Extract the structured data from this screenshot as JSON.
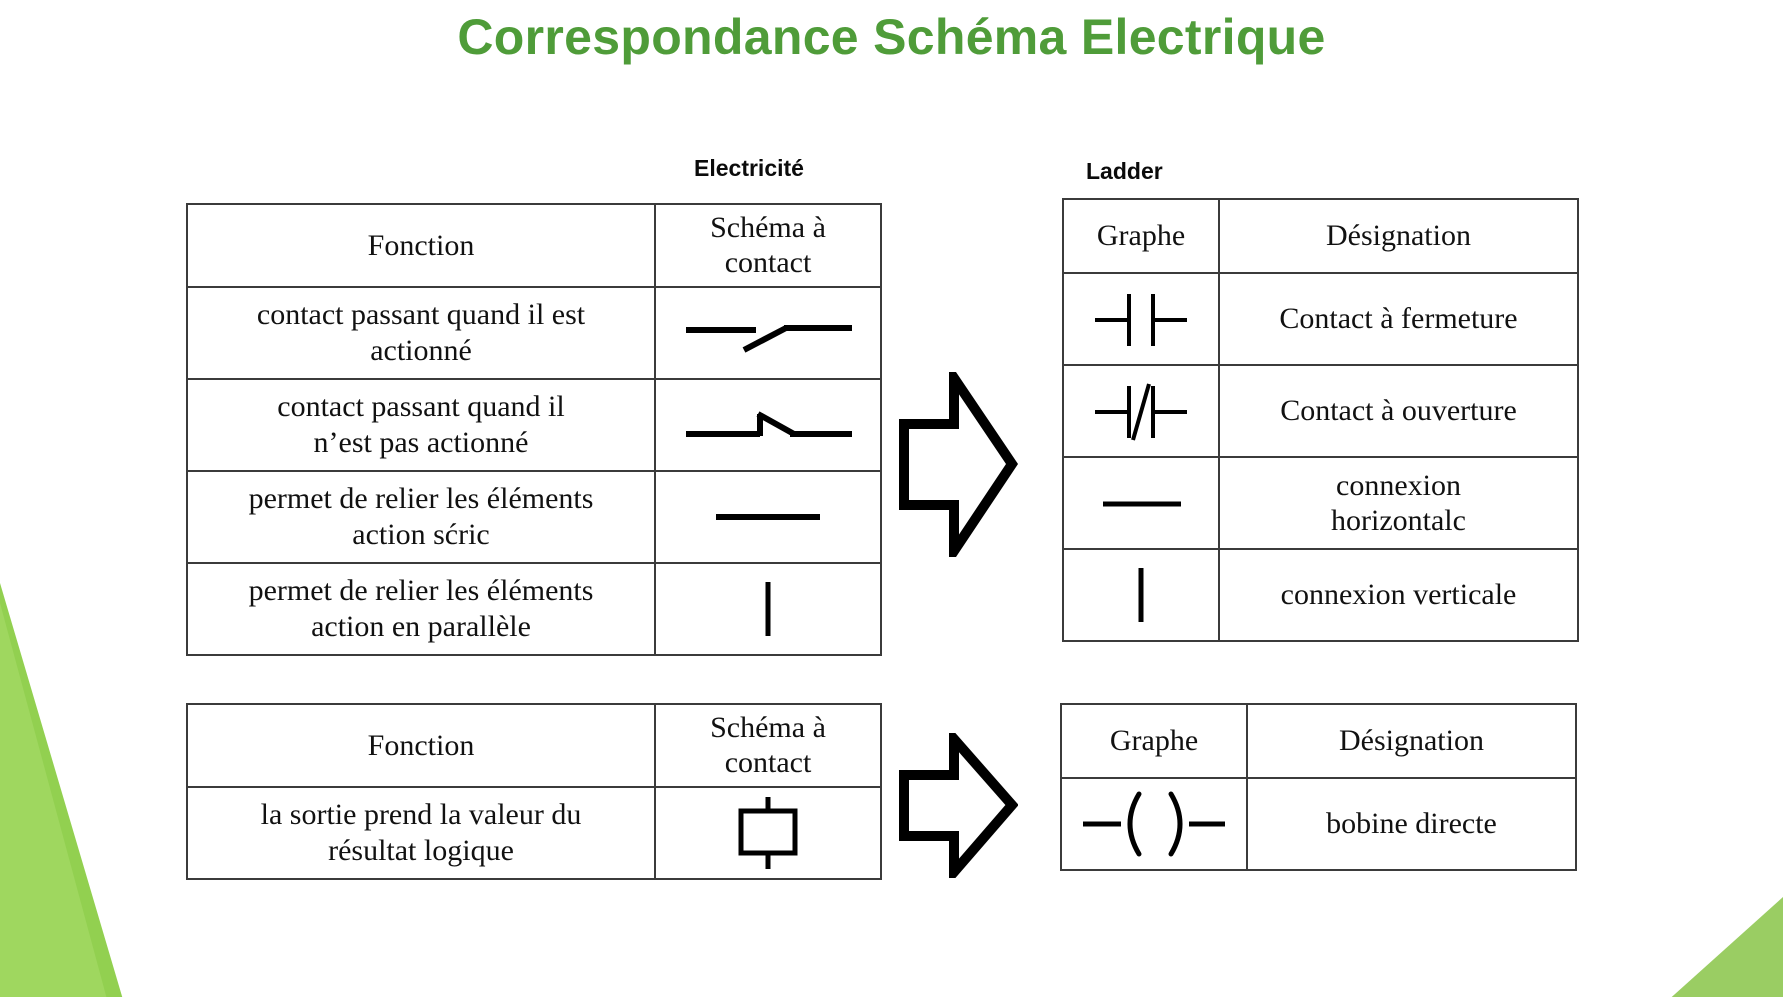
{
  "slide": {
    "title": "Correspondance Schéma Electrique",
    "title_color": "#4f9c39",
    "accent_color": "#92d050",
    "background_color": "#ffffff"
  },
  "captions": {
    "left": "Electricité",
    "right": "Ladder"
  },
  "electricity_table_top": {
    "headers": [
      "Fonction",
      "Schéma à contact"
    ],
    "header_function": "Fonction",
    "header_symbol_line1": "Schéma à",
    "header_symbol_line2": "contact",
    "rows": [
      {
        "function_line1": "contact passant quand il est",
        "function_line2": "actionné",
        "symbol": "normally-open-contact-symbol"
      },
      {
        "function_line1": "contact passant quand il",
        "function_line2": "n’est pas actionné",
        "symbol": "normally-closed-contact-symbol"
      },
      {
        "function_line1": "permet de relier les éléments",
        "function_line2": "action sćric",
        "symbol": "horizontal-line-symbol"
      },
      {
        "function_line1": "permet de relier les éléments",
        "function_line2": "action en parallèle",
        "symbol": "vertical-line-symbol"
      }
    ]
  },
  "ladder_table_top": {
    "headers": [
      "Graphe",
      "Désignation"
    ],
    "header_graph": "Graphe",
    "header_designation": "Désignation",
    "rows": [
      {
        "symbol": "ladder-no-contact-symbol",
        "designation_line1": "Contact à fermeture",
        "designation_line2": ""
      },
      {
        "symbol": "ladder-nc-contact-symbol",
        "designation_line1": "Contact à ouverture",
        "designation_line2": ""
      },
      {
        "symbol": "horizontal-line-symbol",
        "designation_line1": "connexion",
        "designation_line2": "horizontalc"
      },
      {
        "symbol": "vertical-line-symbol",
        "designation_line1": "connexion verticale",
        "designation_line2": ""
      }
    ]
  },
  "electricity_table_bottom": {
    "headers": [
      "Fonction",
      "Schéma à contact"
    ],
    "header_function": "Fonction",
    "header_symbol_line1": "Schéma à",
    "header_symbol_line2": "contact",
    "rows": [
      {
        "function_line1": "la sortie prend la valeur du",
        "function_line2": "résultat logique",
        "symbol": "relay-coil-box-symbol"
      }
    ]
  },
  "ladder_table_bottom": {
    "headers": [
      "Graphe",
      "Désignation"
    ],
    "header_graph": "Graphe",
    "header_designation": "Désignation",
    "rows": [
      {
        "symbol": "ladder-coil-symbol",
        "designation_line1": "bobine directe",
        "designation_line2": ""
      }
    ]
  },
  "arrows": {
    "top": "block-arrow-right-icon",
    "bottom": "block-arrow-right-icon"
  }
}
